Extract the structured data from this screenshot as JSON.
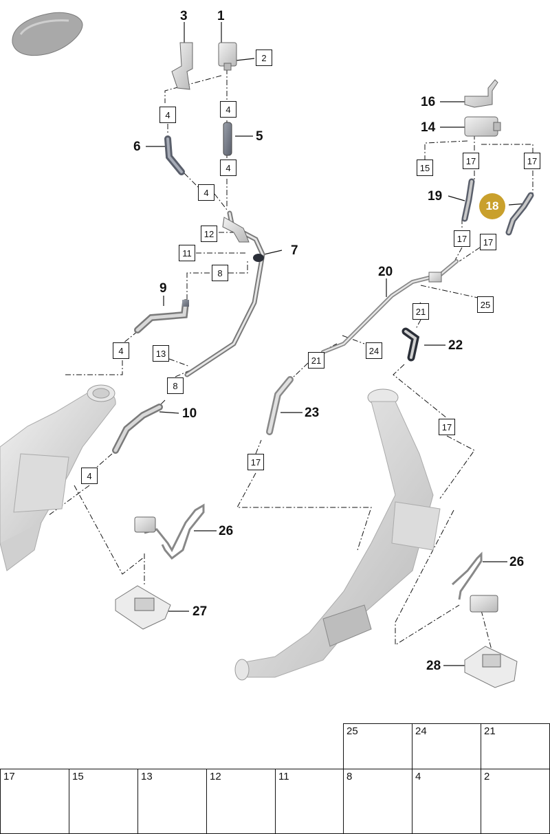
{
  "diagram": {
    "callouts": {
      "c1": "1",
      "c3": "3",
      "c5": "5",
      "c6": "6",
      "c7": "7",
      "c9": "9",
      "c10": "10",
      "c14": "14",
      "c16": "16",
      "c19": "19",
      "c20": "20",
      "c22": "22",
      "c23": "23",
      "c26a": "26",
      "c26b": "26",
      "c27": "27",
      "c28": "28"
    },
    "boxes": {
      "b2": "2",
      "b4a": "4",
      "b4b": "4",
      "b4c": "4",
      "b4d": "4",
      "b4e": "4",
      "b4f": "4",
      "b12": "12",
      "b11": "11",
      "b8a": "8",
      "b8b": "8",
      "b13": "13",
      "b15": "15",
      "b17a": "17",
      "b17b": "17",
      "b17c": "17",
      "b17d": "17",
      "b17e": "17",
      "b17f": "17",
      "b21a": "21",
      "b21b": "21",
      "b24": "24",
      "b25": "25"
    },
    "highlight": "18",
    "highlight_color": "#c9a02c"
  },
  "parts_table": {
    "top_row": [
      "25",
      "24",
      "21"
    ],
    "bottom_row": [
      "17",
      "15",
      "13",
      "12",
      "11",
      "8",
      "4",
      "2"
    ]
  }
}
